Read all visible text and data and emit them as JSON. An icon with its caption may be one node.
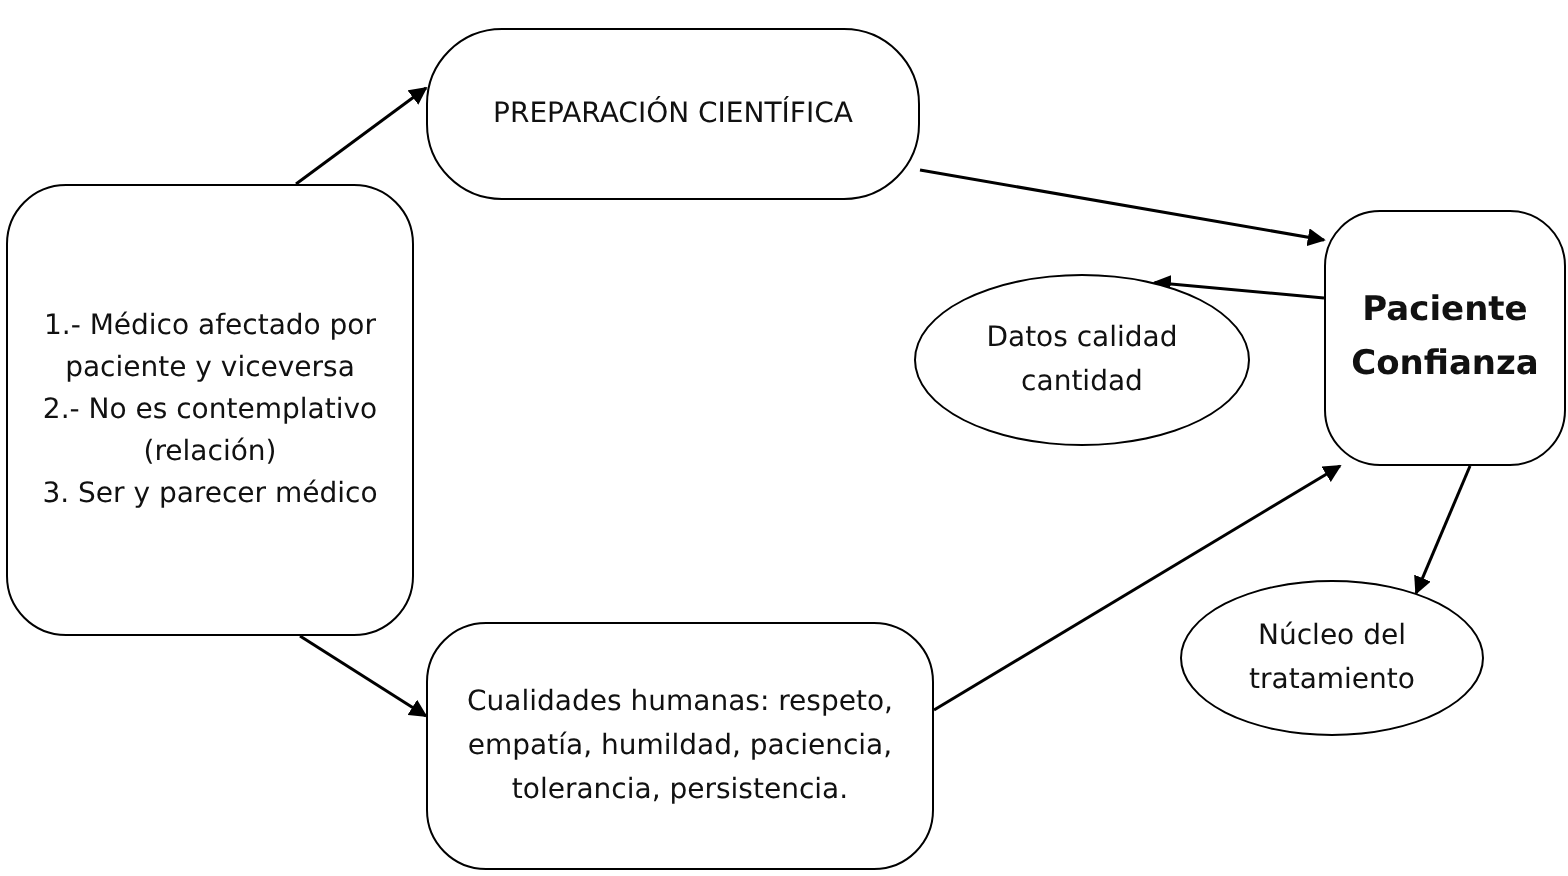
{
  "diagram": {
    "nodes": [
      {
        "text": [
          "1.- Médico afectado por paciente y viceversa",
          "2.- No es contemplativo (relación)",
          "3.  Ser y parecer médico"
        ]
      },
      {
        "text": [
          "PREPARACIÓN CIENTÍFICA"
        ]
      },
      {
        "text": [
          "Cualidades humanas: respeto, empatía, humildad, paciencia, tolerancia, persistencia."
        ]
      },
      {
        "text": [
          "Datos calidad cantidad"
        ]
      },
      {
        "text": [
          "Paciente Confianza"
        ]
      },
      {
        "text": [
          "Núcleo del tratamiento"
        ]
      }
    ],
    "edges": [
      {
        "from": 0,
        "to": 1,
        "arrow": "to"
      },
      {
        "from": 0,
        "to": 2,
        "arrow": "to"
      },
      {
        "from": 1,
        "to": 4,
        "arrow": "to"
      },
      {
        "from": 4,
        "to": 3,
        "arrow": "to"
      },
      {
        "from": 2,
        "to": 4,
        "arrow": "to"
      },
      {
        "from": 4,
        "to": 5,
        "arrow": "to"
      }
    ]
  }
}
